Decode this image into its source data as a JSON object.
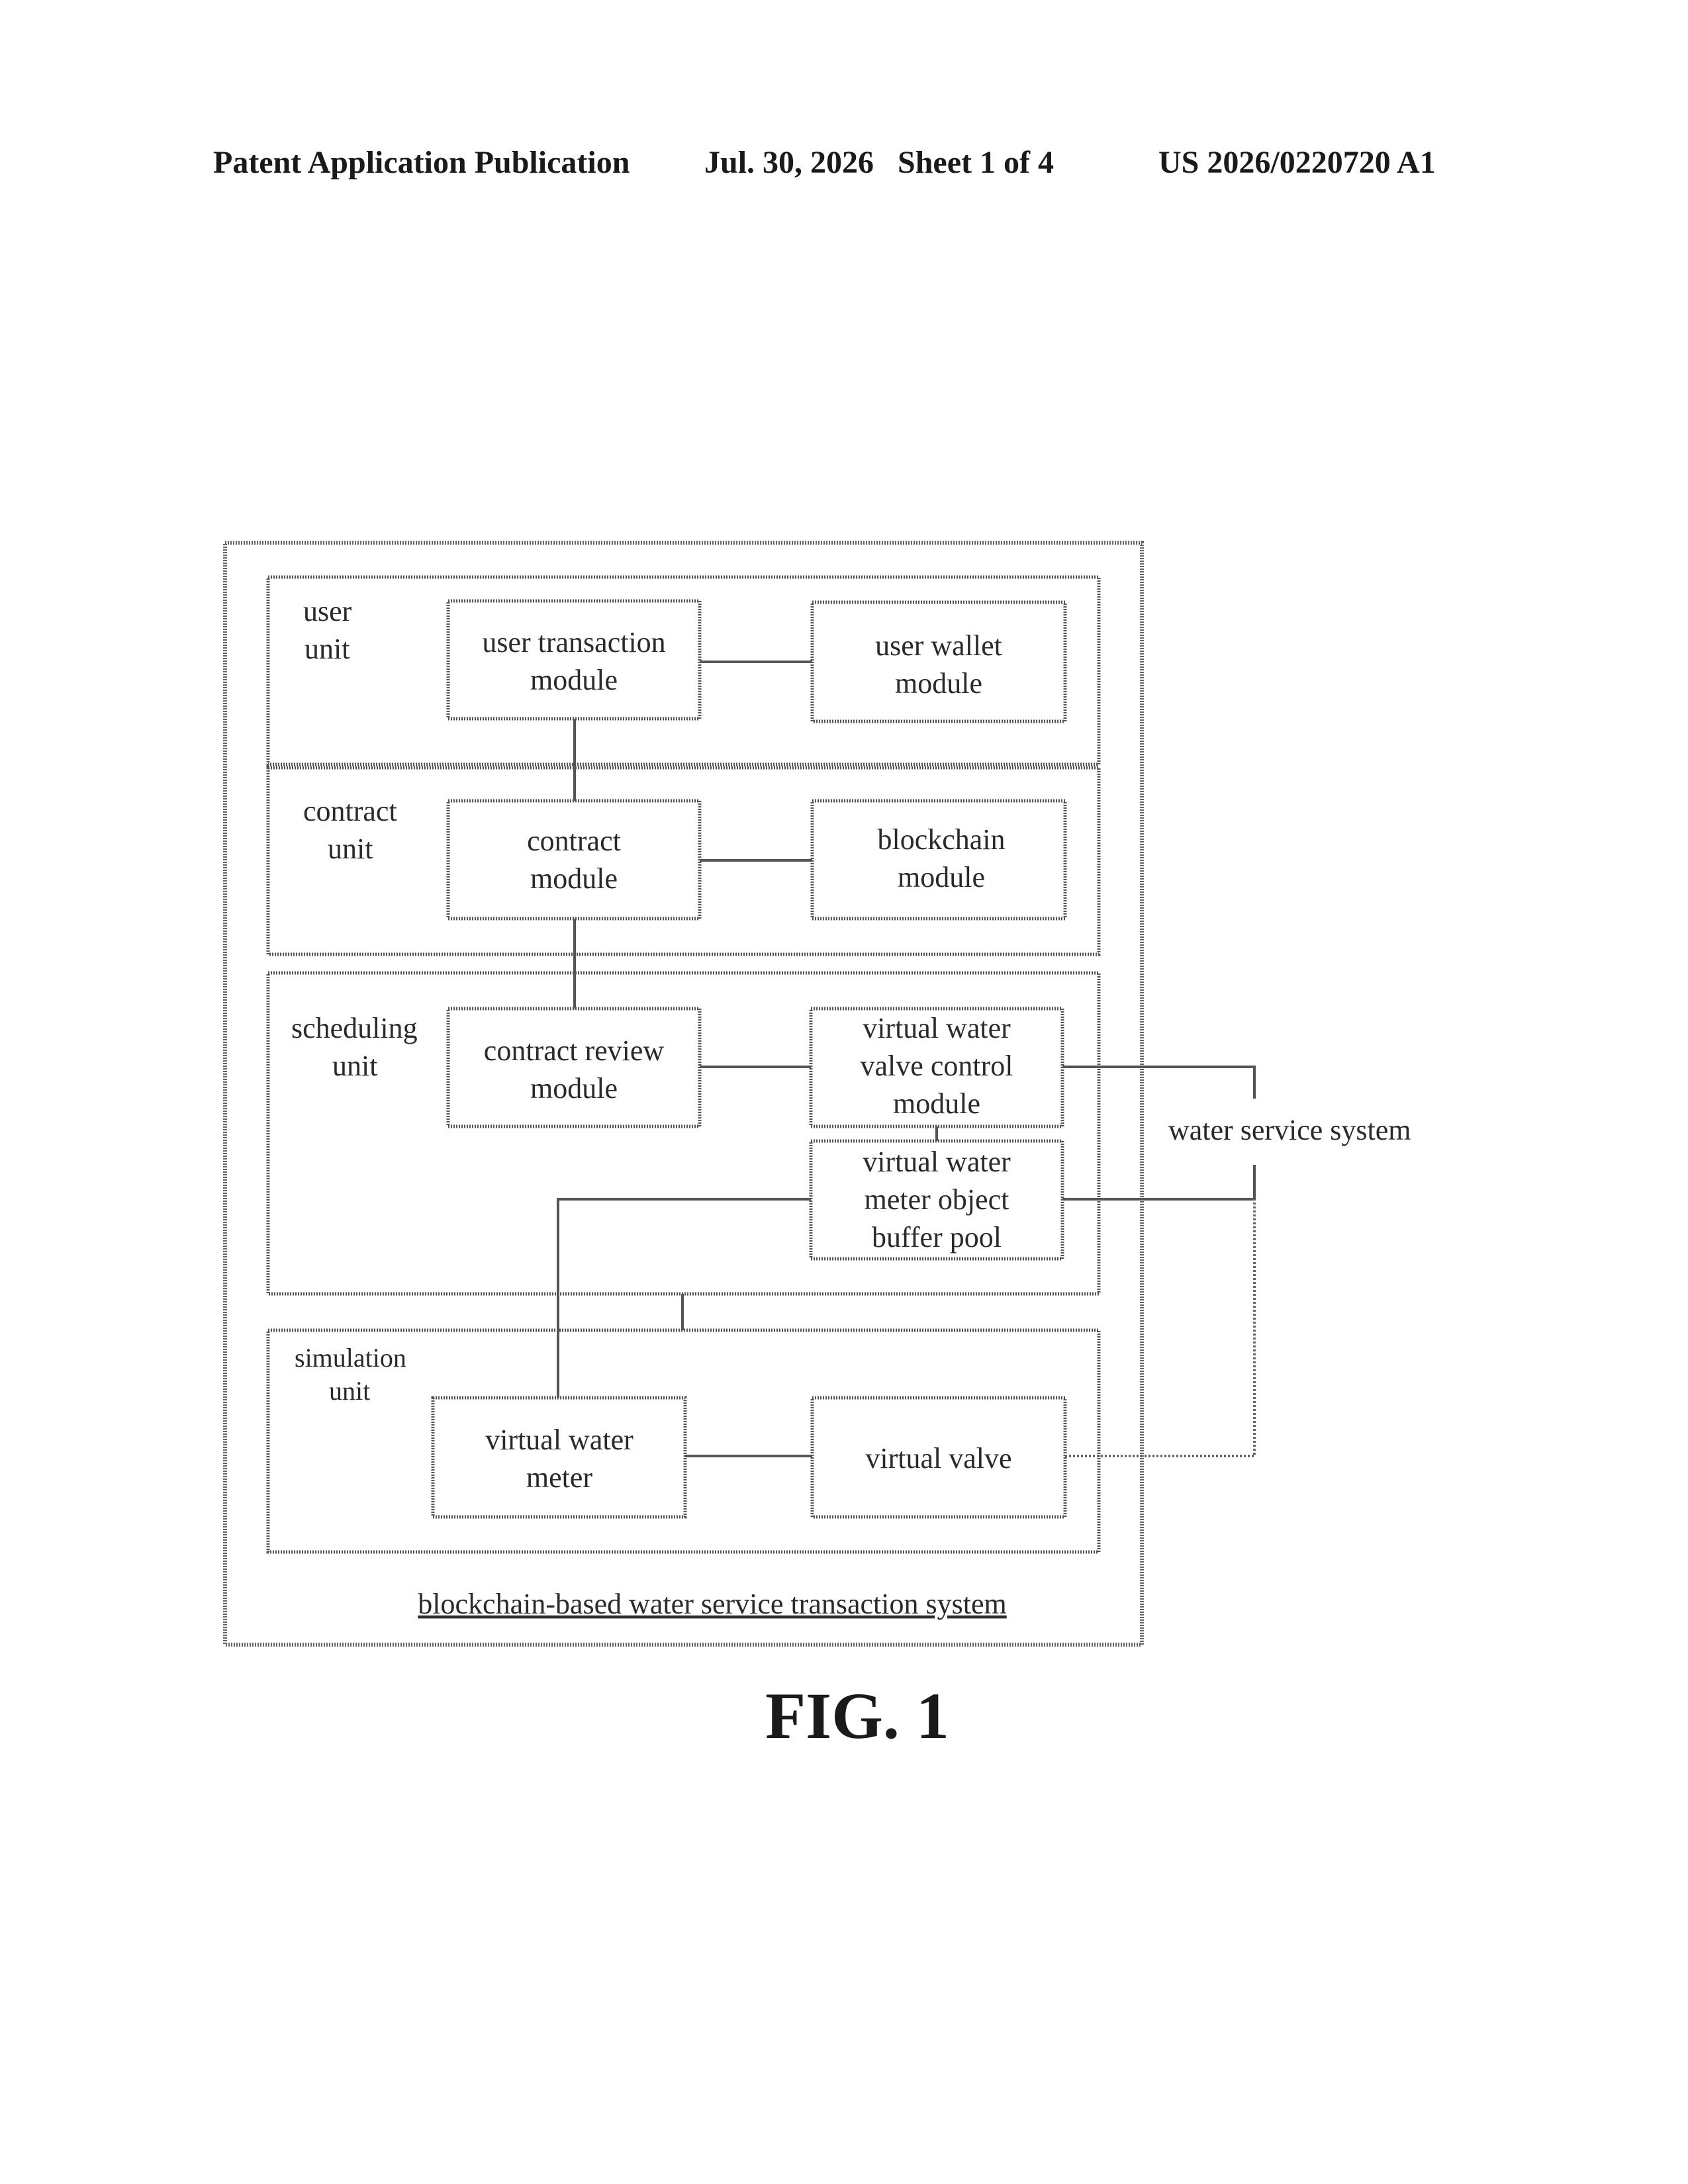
{
  "header": {
    "left": "Patent Application Publication",
    "middle": "Jul. 30, 2026   Sheet 1 of 4",
    "right": "US 2026/0220720 A1"
  },
  "figure": {
    "label": "FIG. 1",
    "system_caption": "blockchain-based water service transaction system",
    "external": "water service system",
    "units": {
      "user": {
        "line1": "user",
        "line2": "unit"
      },
      "contract": {
        "line1": "contract",
        "line2": "unit"
      },
      "scheduling": {
        "line1": "scheduling",
        "line2": "unit"
      },
      "simulation": {
        "line1": "simulation",
        "line2": "unit"
      }
    },
    "modules": {
      "user_transaction": {
        "line1": "user transaction",
        "line2": "module"
      },
      "user_wallet": {
        "line1": "user wallet",
        "line2": "module"
      },
      "contract": {
        "line1": "contract",
        "line2": "module"
      },
      "blockchain": {
        "line1": "blockchain",
        "line2": "module"
      },
      "contract_review": {
        "line1": "contract review",
        "line2": "module"
      },
      "valve_control": {
        "line1": "virtual water",
        "line2": "valve control",
        "line3": "module"
      },
      "buffer_pool": {
        "line1": "virtual water",
        "line2": "meter object",
        "line3": "buffer pool"
      },
      "virtual_meter": {
        "line1": "virtual water",
        "line2": "meter"
      },
      "virtual_valve": {
        "line1": "virtual valve"
      }
    }
  }
}
